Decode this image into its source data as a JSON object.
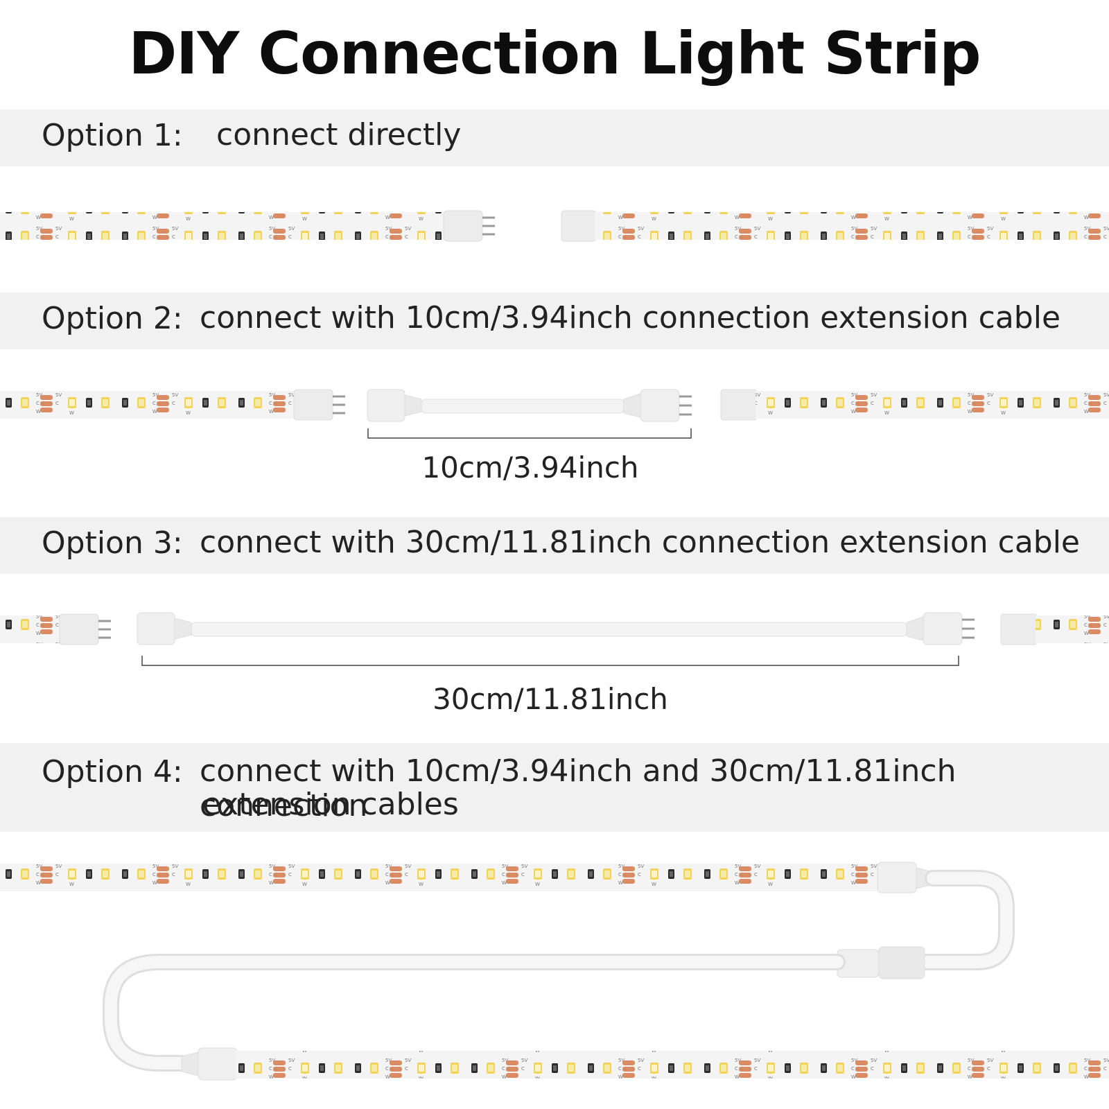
{
  "title": "DIY Connection Light Strip",
  "options": [
    {
      "label": "Option 1:",
      "text": "connect directly"
    },
    {
      "label": "Option 2:",
      "text": "connect with 10cm/3.94inch connection extension cable"
    },
    {
      "label": "Option 3:",
      "text": "connect with 30cm/11.81inch connection extension cable"
    },
    {
      "label": "Option 4:",
      "text_line1": "connect with 10cm/3.94inch and 30cm/11.81inch connection",
      "text_line2": "extension cables"
    }
  ],
  "measurements": {
    "cable_10cm": "10cm/3.94inch",
    "cable_30cm": "30cm/11.81inch"
  },
  "colors": {
    "band": "#f1f1f1",
    "strip": "#f4f4f4",
    "led_yellow": "#f2d35a",
    "resistor": "#2b2b2b",
    "copper_pad": "#d98b63",
    "connector": "#ececec"
  }
}
